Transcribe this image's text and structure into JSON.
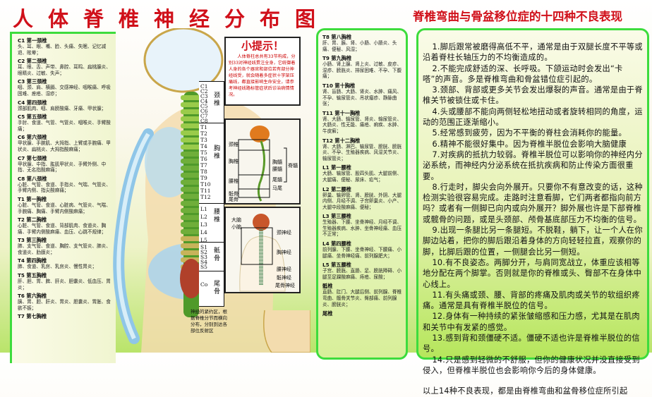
{
  "title": "人体脊椎神经分布图",
  "subtitle": "脊椎弯曲与骨盆移位症的十四种不良表现",
  "colors": {
    "title_red": "#d0101a",
    "border_green": "#3ddc3d",
    "background_green": "#b9e46a"
  },
  "left_column": [
    {
      "head": "C1 第一颈椎",
      "text": "头、耳、眼、嘴、脸、头痛、失眠、记忆减退、眩晕；"
    },
    {
      "head": "C2 第二颈椎",
      "text": "耳、眼、舌、声带、鼻腔、耳鸣、扁桃腺炎、眼睛炎、过敏、失声；"
    },
    {
      "head": "C3 第三颈椎",
      "text": "咽、颈、肩、横膈、交感神经、咽喉痛、呼吸困难、痤疮、湿疹；"
    },
    {
      "head": "C4 第四颈椎",
      "text": "颈部肌肉、咽、肩膀酸痛、牙痛、甲状腺；"
    },
    {
      "head": "C5 第五颈椎",
      "text": "手肘、食道、气管、气管炎、咽喉炎、手臂酸痛；"
    },
    {
      "head": "C6 第六颈椎",
      "text": "甲状腺、手腕肌、大拇指、上臂或手腕痛、甲状炎、扁桃炎、大拇指酸麻痛；"
    },
    {
      "head": "C7 第七颈椎",
      "text": "甲状腺、中指、肱肌甲状炎、手臂外侧、中指、无名指酸麻痛；"
    },
    {
      "head": "C8 第八颈椎",
      "text": "心脏、气管、食道、手指炎、气喘、气管炎、手臂内侧、指尖酸麻痛；"
    },
    {
      "head": "T1 第一胸椎",
      "text": "心脏、气管、食道、心脏病、气管炎、气喘、手腕痛、胸痛、手臂内侧酸麻痛；"
    },
    {
      "head": "T2 第二胸椎",
      "text": "心脏、气管、食道、背部肌肉、食道炎、胸痛、手臂内侧酸麻痛、血压、心跳不规律；"
    },
    {
      "head": "T3 第三胸椎",
      "text": "肺、支气管、食道、胸腔、支气管炎、肺炎、食道炎、肋膜炎；"
    },
    {
      "head": "T4 第四胸椎",
      "text": "肺、食道、乳房、乳房炎、慢性胃炎；"
    },
    {
      "head": "T5 第五胸椎",
      "text": "肝、胆、胃、脾、肝炎、胆囊炎、低血压、胃炎；"
    },
    {
      "head": "T6 第六胸椎",
      "text": "胰、胃、胆、肝炎、胃炎、胆囊炎、胃胀、食欲不振；"
    },
    {
      "head": "T7 第七胸椎",
      "text": ""
    }
  ],
  "middle_column": [
    {
      "head": "T8 第八胸椎",
      "text": "肝、胃、胰、肾、小肠、小肠炎、头痛、便秘、风湿；"
    },
    {
      "head": "T9 第九胸椎",
      "text": "小肠、肾上腺、肾上炎、过敏、皮疹、湿疹、膀胱炎、排尿困难、不孕、下腹痛；"
    },
    {
      "head": "T10 第十胸椎",
      "text": "肾、盲肠、大肠、肾炎、水肿、痛风、不孕、输尿管炎、吊状瘤疹、静脉曲张；"
    },
    {
      "head": "T11 第十一胸椎",
      "text": "肾、大肠、输尿管、肾炎、输尿管炎、大肠炎、性无能、痛疮、痢疾、水肿、牛皮癣；"
    },
    {
      "head": "T12 第十二胸椎",
      "text": "肾、大肠、淋巴、输尿管、膀胱、膀胱炎、不孕、生殖器疾病、风湿关节炎、输尿管炎；"
    },
    {
      "head": "L1 第一腰椎",
      "text": "大肠、输尿管、股四头肌、大腿前侧、大腿痛、便秘、尿床、疝气；"
    },
    {
      "head": "L2 第二腰椎",
      "text": "卵巢、输卵管、肾、膀胱、外阴、大腿内侧、月经不调、子宫卵巢炎、小产、大腿中段酸麻痛、便秘；"
    },
    {
      "head": "L3 第三腰椎",
      "text": "生殖器、下腰、坐骨神经、月经不调、生殖器疾病、水肿、坐骨神经痛、血压不正常；"
    },
    {
      "head": "L4 第四腰椎",
      "text": "前列腺、下腰、坐骨神经、下腰痛、小腿痛、坐骨神经痛、前列腺肥大；"
    },
    {
      "head": "L5 第五腰椎",
      "text": "子宫、膀胱、直肠、足、膀胱障碍、小腿至足踝酸麻痛、痔疮、尿酸；"
    },
    {
      "head": "骶椎",
      "text": "直肠、肛门、大腿后侧、前列腺、脊椎弯曲、髋骨关节炎、臀部痛、前列腺炎、膀胱炎；"
    },
    {
      "head": "尾椎",
      "text": ""
    }
  ],
  "tip": {
    "title": "小提示！",
    "text": "人体脊柱总共有33节构成，分别33对神经线贯注全身，它统御着人身的各个器官和部位若有部分神经线受，就会随着多症状十字架压痛线，都直接影响生命安全，请参考神经线路标管症状后诊治病情情况。"
  },
  "segments": [
    "C1",
    "C2",
    "C3",
    "C4",
    "C5",
    "C6",
    "C7",
    "C8",
    "T1",
    "T2",
    "T3",
    "T4",
    "T5",
    "T6",
    "T7",
    "T8",
    "T9",
    "T10",
    "T11",
    "T12",
    "L1",
    "L2",
    "L3",
    "L4",
    "L5",
    "S1",
    "S2",
    "S3",
    "S4",
    "S5",
    "Co"
  ],
  "regions": [
    "颈椎",
    "胸椎",
    "腰椎",
    "骶骨",
    "尾骨"
  ],
  "diagram1": {
    "left": [
      "颈椎",
      "胸椎",
      "腰椎",
      "骶骨",
      "尾骨"
    ],
    "right": [
      "胸髓",
      "腰髓",
      "尾髓",
      "马尾",
      "脊髓"
    ]
  },
  "diagram2": {
    "labels": [
      "大脑",
      "小脑",
      "颈神经",
      "胸神经",
      "腰神经",
      "骶神经",
      "尾骨神经"
    ]
  },
  "note": "神经的紧约区，根据脊椎分节而横向分布，分别到达各部位反射区",
  "right_column": {
    "items": [
      "1.脚后跟常被磨得高低不平，通常是由于双腿长度不平等或沿着脊柱长轴压力的不均衡造成的。",
      "2.不能完成舒适的深、长呼吸。下颌运动时会发出“卡嗒”的声音。多是脊椎弯曲和骨盆错位症引起的。",
      "3.颈部、背部或更多关节会发出爆裂的声音。通常是由于脊椎关节被锁住或卡住。",
      "4.头或腰部不能向两侧轻松地扭动或者旋转相同的角度，运动的范围正逐渐缩小。",
      "5.经常感到疲劳，因为不平衡的脊柱会消耗你的能量。",
      "6.精神不能很好集中。因为脊椎半脱位会影响大脑健康",
      "7.对疾病的抵抗力较弱。脊椎半脱位可以影响你的神经内分泌系统，而神经内分泌系统在抵抗疾病和防止传染方面很重要。",
      "8.行走时，脚尖会向外展开。只要你不有意改变的话，这种检测实验很容易完成。走路时注意看脚，它们两者都指向前方吗？或者有一侧脚已向内或向外展开？脚外展也许是下部脊椎或髋骨的问题，或是头颈部、颅骨基底部压力不均衡的信号。",
      "9.出现一条腿比另一条腿短。不脱鞋，躺下，让一个人在你脚边站着，把你的脚后跟沿着身体的方向轻轻拉直，观察你的脚，比脚后跟的位置，一侧腿会比另一侧短。",
      "10.有不良姿态。两脚分开，与肩同宽战立，体重应该相等地分配在两个脚掌。否则就是你的脊椎或头、臀部不在身体中心线上。",
      "11.有头痛或颈、腰、背部的疼痛及肌肉或关节的软组织疼痛。通常是具有脊椎半脱位的信号。",
      "12.身体有一种持续的紧张皱缩感和压力感，尤其是在肌肉和关节中有发紧的感觉。",
      "13.感到背和颈僵硬不适。僵硬不适也许是脊椎半脱位的信号。",
      "14.只是感到轻微的不舒服，但你的健康状况并没直接受到侵入，但脊椎半脱位也会影响你今后的身体健康。"
    ],
    "conclusion": "以上14种不良表现，都是由脊椎弯曲和盆骨移位症所引起"
  }
}
